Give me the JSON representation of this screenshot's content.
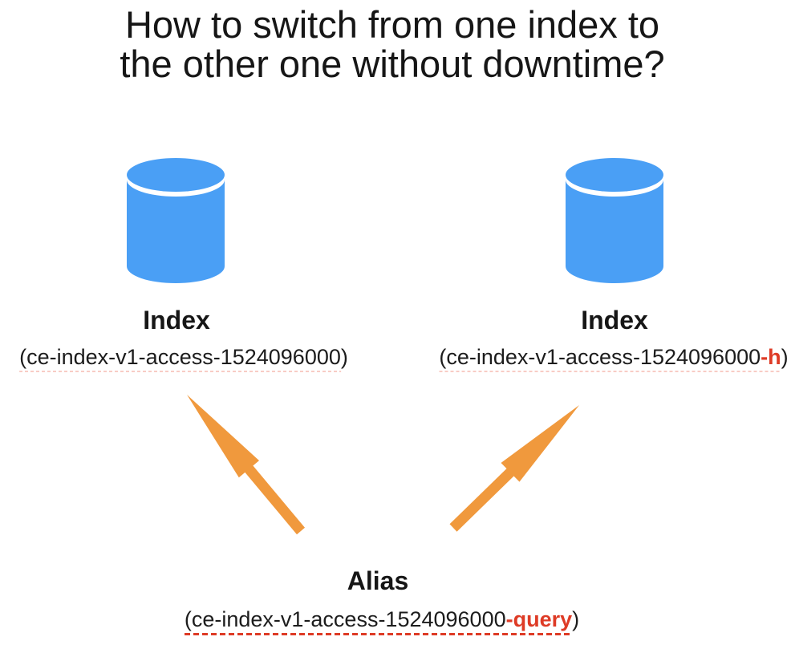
{
  "title": {
    "line1": "How to switch from one index to",
    "line2": "the other one without downtime?"
  },
  "left_index": {
    "label": "Index",
    "name_prefix": "(ce-index-v1-access-1524096000",
    "name_highlight": "",
    "name_suffix": ")"
  },
  "right_index": {
    "label": "Index",
    "name_prefix": "(ce-index-v1-access-1524096000",
    "name_highlight": "-h",
    "name_suffix": ")"
  },
  "alias": {
    "label": "Alias",
    "name_prefix": "(ce-index-v1-access-1524096000",
    "name_highlight": "-query",
    "name_suffix": ")"
  },
  "icons": {
    "left_database": "database-icon",
    "right_database": "database-icon",
    "left_arrow": "arrow-up-left-icon",
    "right_arrow": "arrow-up-right-icon"
  },
  "colors": {
    "database_blue": "#4A9FF5",
    "arrow_orange": "#F0993D",
    "highlight_red": "#DE3B26",
    "text_black": "#161616"
  }
}
